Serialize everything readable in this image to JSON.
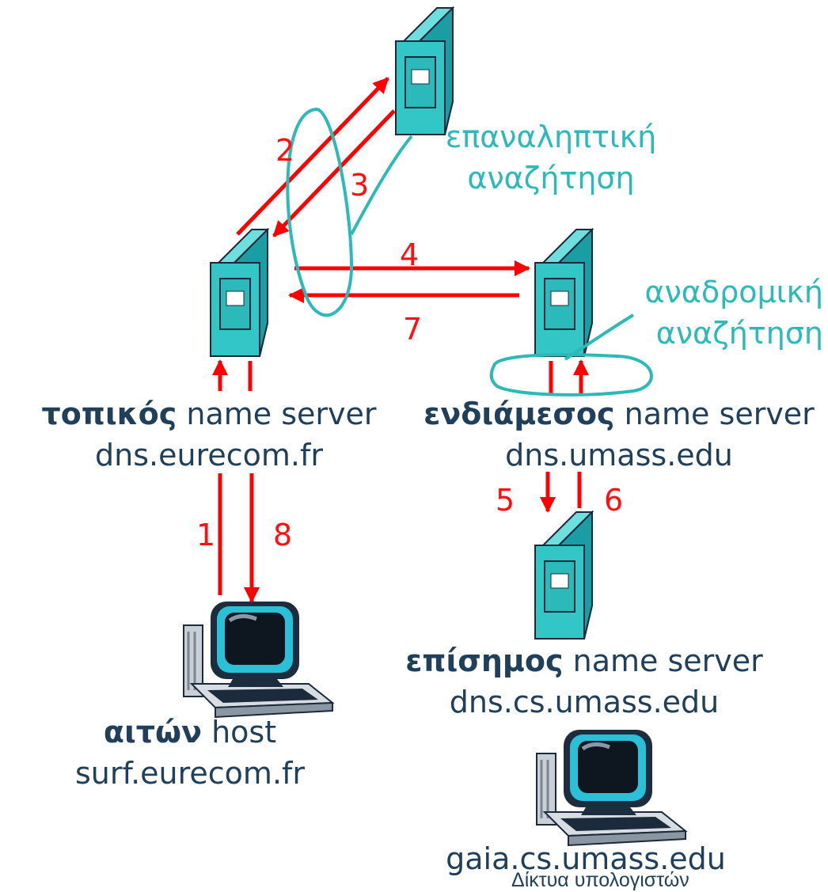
{
  "nodes": {
    "local": {
      "role": "τοπικός",
      "type": "name server",
      "host": "dns.eurecom.fr"
    },
    "intermediate": {
      "role": "ενδιάμεσος",
      "type": "name server",
      "host": "dns.umass.edu"
    },
    "authoritative": {
      "role": "επίσημος",
      "type": "name server",
      "host": "dns.cs.umass.edu"
    },
    "requesting": {
      "role": "αιτών",
      "type": "host",
      "host": "surf.eurecom.fr"
    },
    "target": {
      "host": "gaia.cs.umass.edu"
    }
  },
  "annotations": {
    "iterative": [
      "επαναληπτική",
      "αναζήτηση"
    ],
    "recursive": [
      "αναδρομική",
      "αναζήτηση"
    ]
  },
  "steps": [
    "1",
    "2",
    "3",
    "4",
    "5",
    "6",
    "7",
    "8"
  ],
  "footer": "Δίκτυα υπολογιστών",
  "colors": {
    "arrow": "#ff0000",
    "annotation": "#2bbab8",
    "text": "#1f3f5b",
    "server": "#33c6c6"
  }
}
